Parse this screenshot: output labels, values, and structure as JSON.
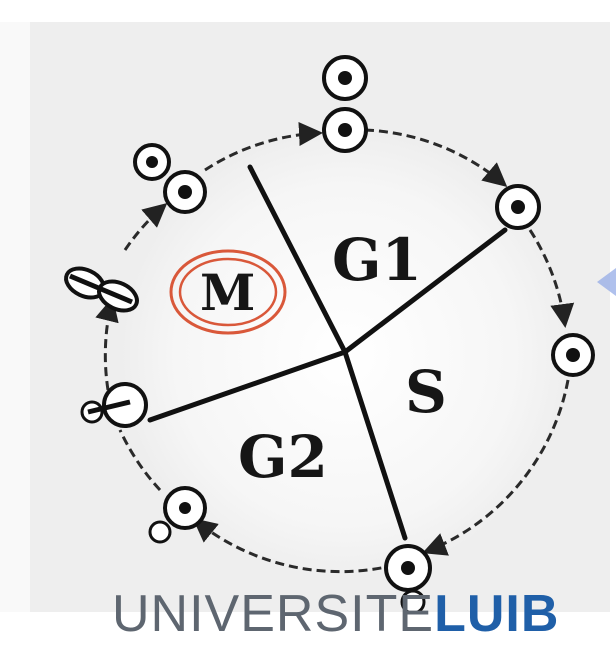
{
  "diagram": {
    "phases": [
      {
        "id": "g1",
        "label": "G1"
      },
      {
        "id": "s",
        "label": "S"
      },
      {
        "id": "g2",
        "label": "G2"
      },
      {
        "id": "m",
        "label": "M",
        "highlighted": true
      }
    ],
    "highlight_color": "#d9583a",
    "pointer_color": "#8fa7e6"
  },
  "footer": {
    "brand_part_a": "UNIVERSITE",
    "brand_part_b": "LUIB"
  }
}
